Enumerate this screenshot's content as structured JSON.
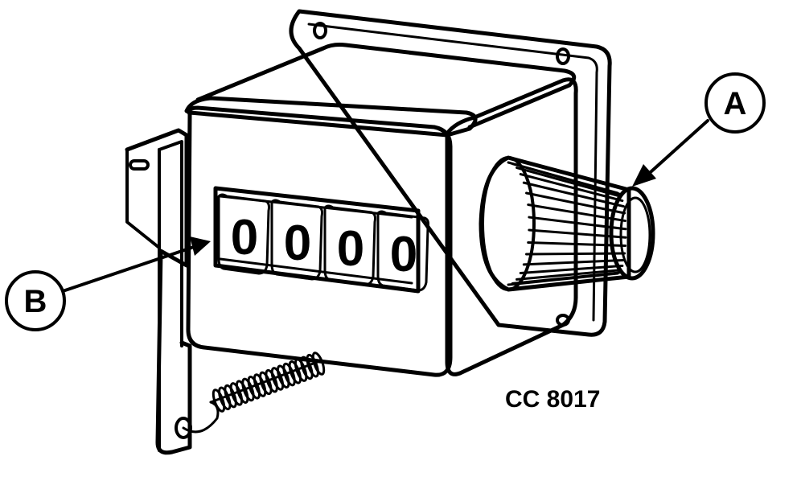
{
  "callouts": [
    {
      "id": "A",
      "text": "A"
    },
    {
      "id": "B",
      "text": "B"
    }
  ],
  "counter": {
    "digits": [
      "0",
      "0",
      "0",
      "0"
    ]
  },
  "reference_code": "CC 8017"
}
